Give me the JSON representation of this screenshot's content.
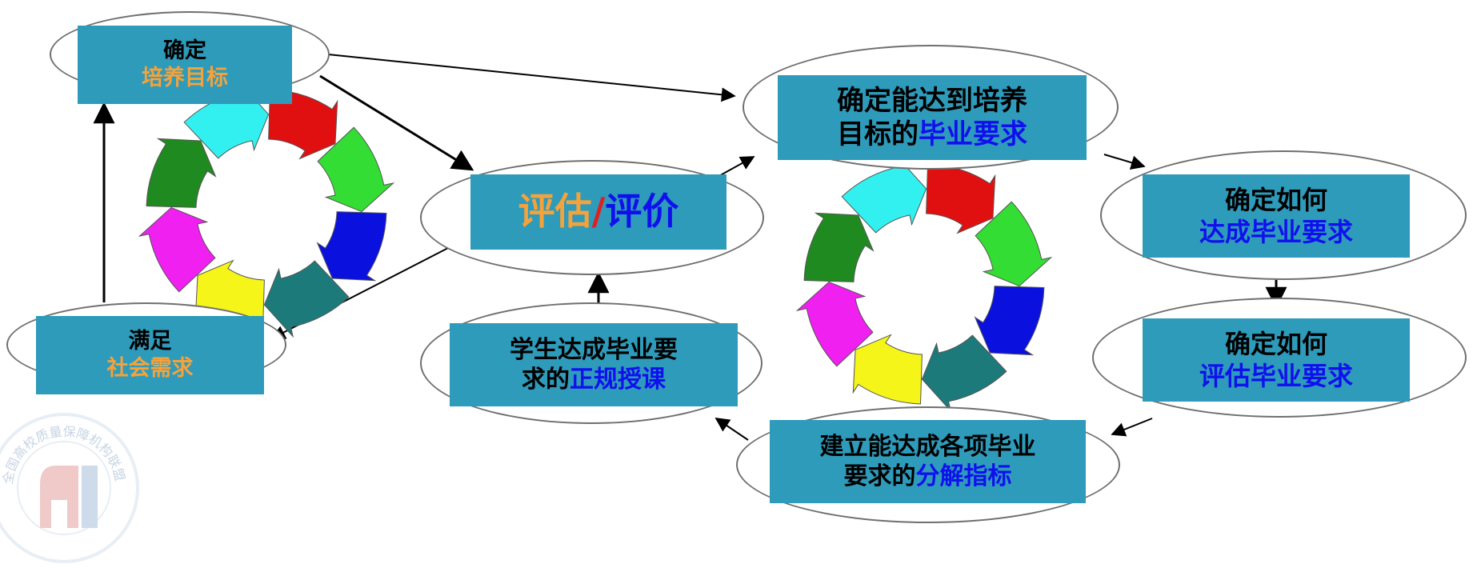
{
  "nodes": {
    "goal": {
      "line1": "确定",
      "line2": "培养目标"
    },
    "society": {
      "line1": "满足",
      "line2": "社会需求"
    },
    "evaluate": {
      "part1": "评估",
      "sep": "/",
      "part2": "评价"
    },
    "grad_req": {
      "line1": "确定能达到培养",
      "line2_prefix": "目标的",
      "line2_highlight": "毕业要求"
    },
    "achieve": {
      "line1": "确定如何",
      "line2": "达成毕业要求"
    },
    "assess": {
      "line1": "确定如何",
      "line2": "评估毕业要求"
    },
    "indicators": {
      "line1": "建立能达成各项毕业",
      "line2_prefix": "要求的",
      "line2_highlight": "分解指标"
    },
    "teaching": {
      "line1": "学生达成毕业要",
      "line2_prefix": "求的",
      "line2_highlight": "正规授课"
    }
  },
  "colors": {
    "box": "#2e9bbb",
    "orange": "#f6a23a",
    "blue": "#1010ee",
    "red": "#e02020"
  },
  "cycle_arrow_colors": [
    "#e01010",
    "#33dd33",
    "#0a10dd",
    "#1c7a7a",
    "#f5f51a",
    "#f020f0",
    "#1f8a1f",
    "#33f0f0"
  ],
  "watermark": {
    "text": "全国高校质量保障机构联盟"
  }
}
